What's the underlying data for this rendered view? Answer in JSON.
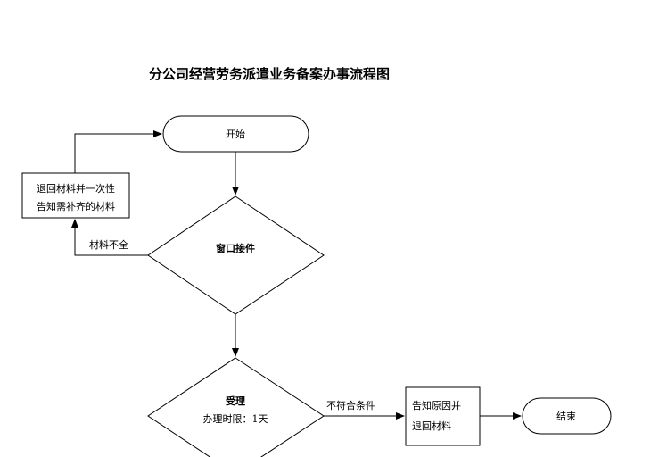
{
  "title": "分公司经营劳务派遣业务备案办事流程图",
  "nodes": {
    "start": "开始",
    "return_box": [
      "退回材料并一次性",
      "告知需补齐的材料"
    ],
    "window": "窗口接件",
    "accept_title": "受理",
    "accept_limit": "办理时限：1天",
    "notify_box": [
      "告知原因并",
      "退回材料"
    ],
    "end": "结束"
  },
  "edges": {
    "incomplete": "材料不全",
    "not_qualified": "不符合条件"
  }
}
